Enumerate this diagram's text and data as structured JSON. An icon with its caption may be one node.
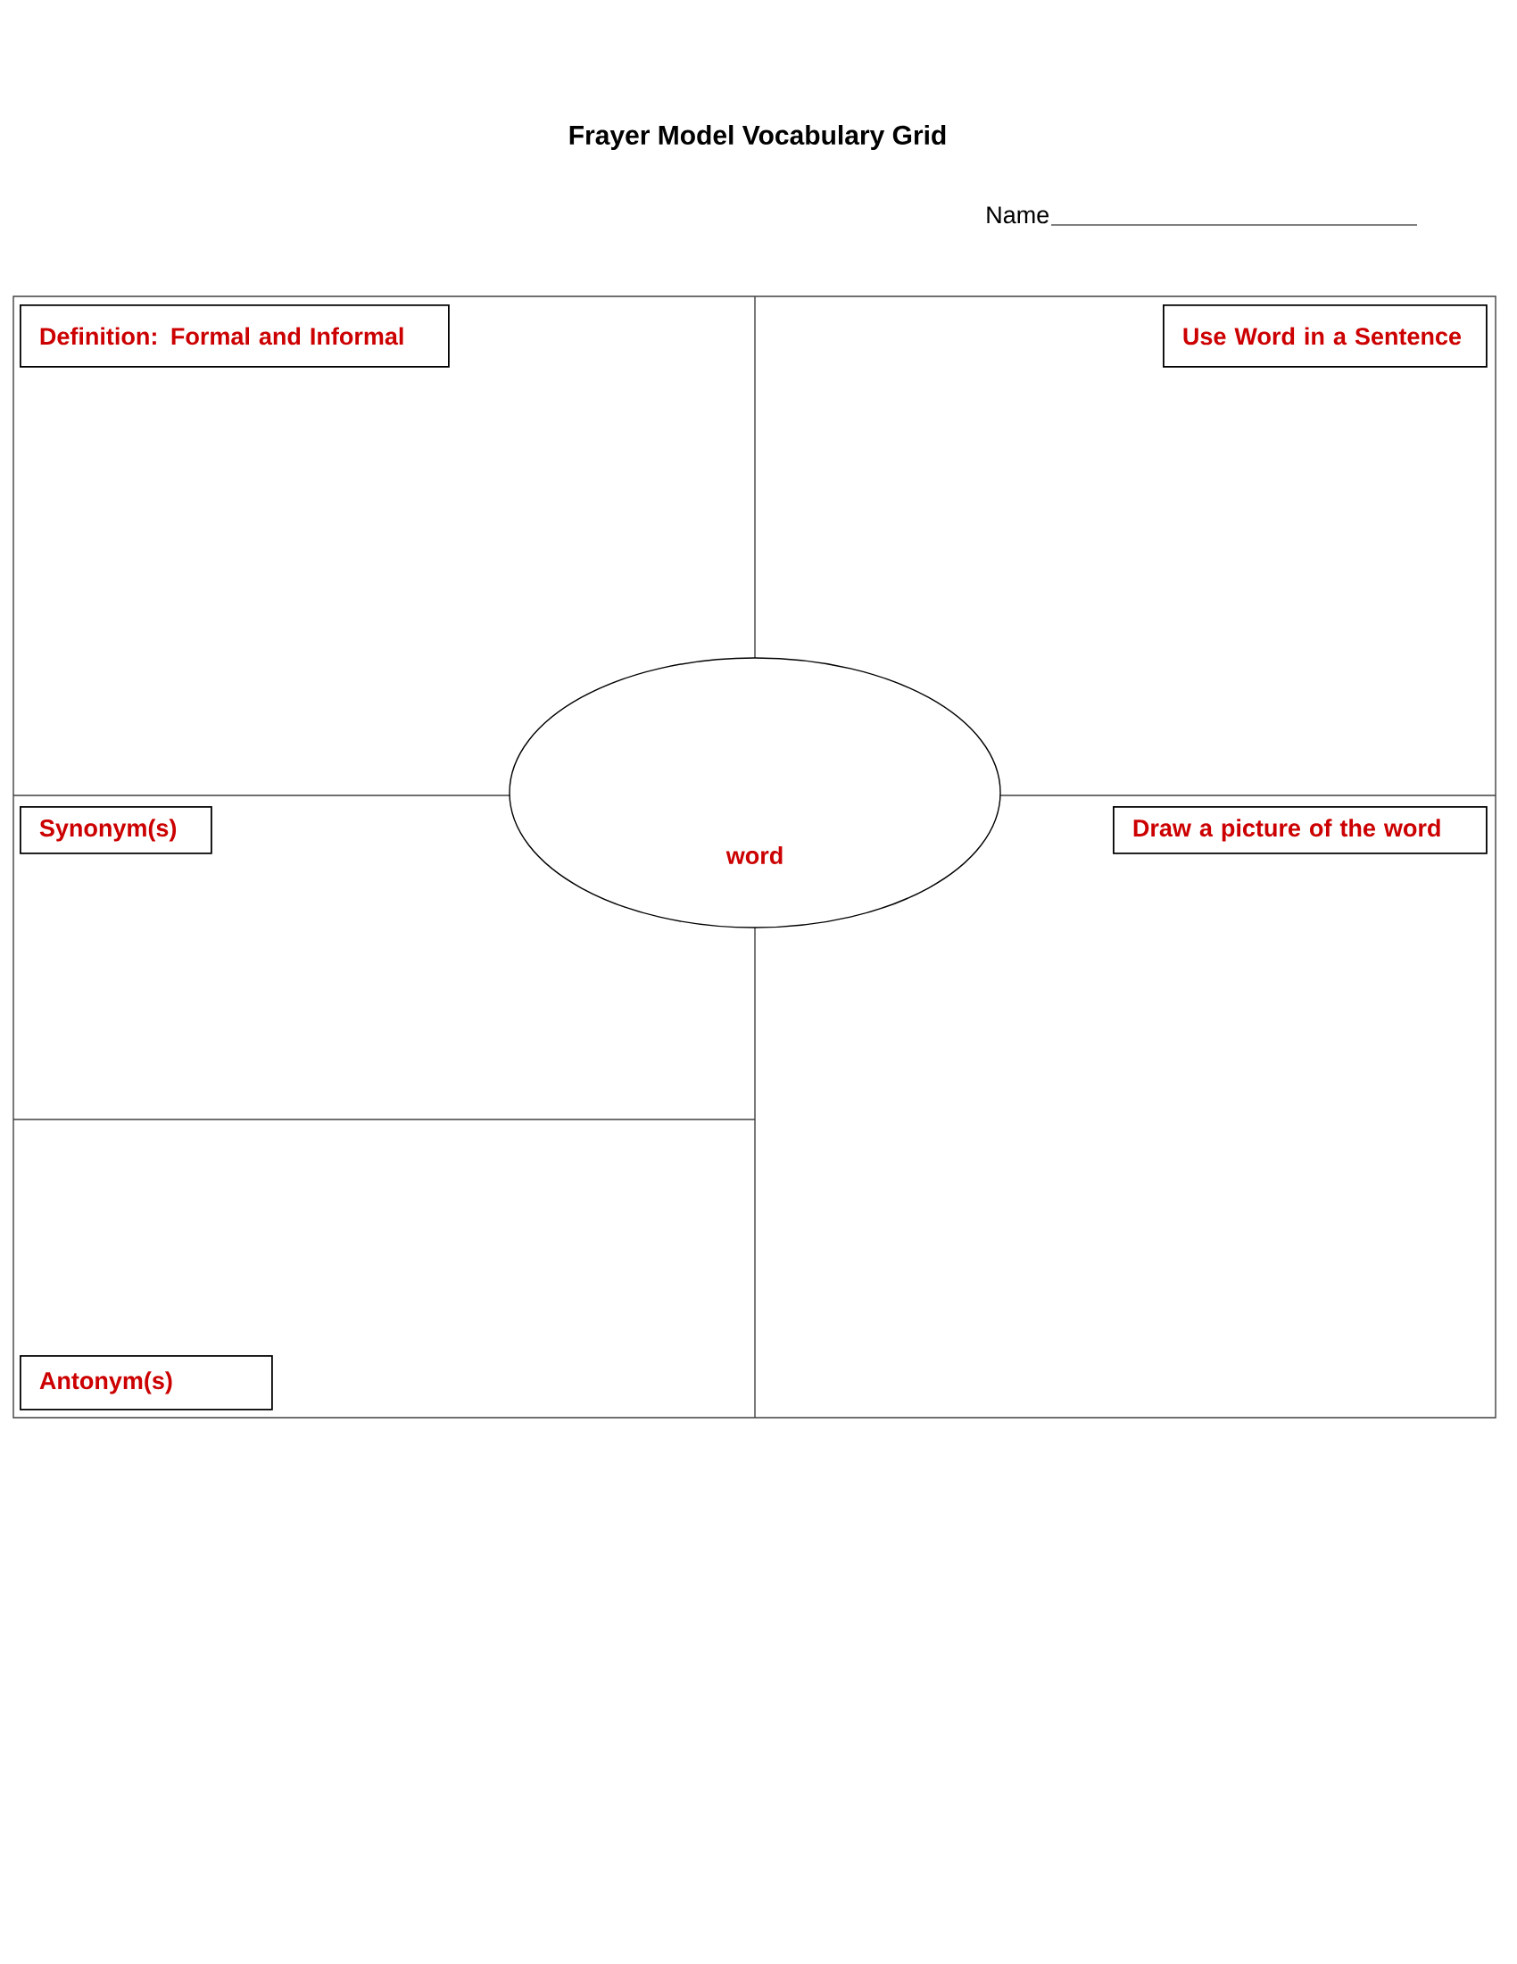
{
  "diagram": {
    "title": "Frayer Model Vocabulary Grid",
    "nodes": [
      {
        "text": [
          "Definition: Formal and Informal"
        ]
      },
      {
        "text": [
          "Use Word in a Sentence"
        ]
      },
      {
        "text": [
          "Synonym(s)"
        ]
      },
      {
        "text": [
          "Draw a picture of the word"
        ]
      },
      {
        "text": [
          "Antonym(s)"
        ]
      },
      {
        "text": [
          "word"
        ]
      }
    ],
    "edges": [],
    "labels": [
      "Name"
    ]
  }
}
